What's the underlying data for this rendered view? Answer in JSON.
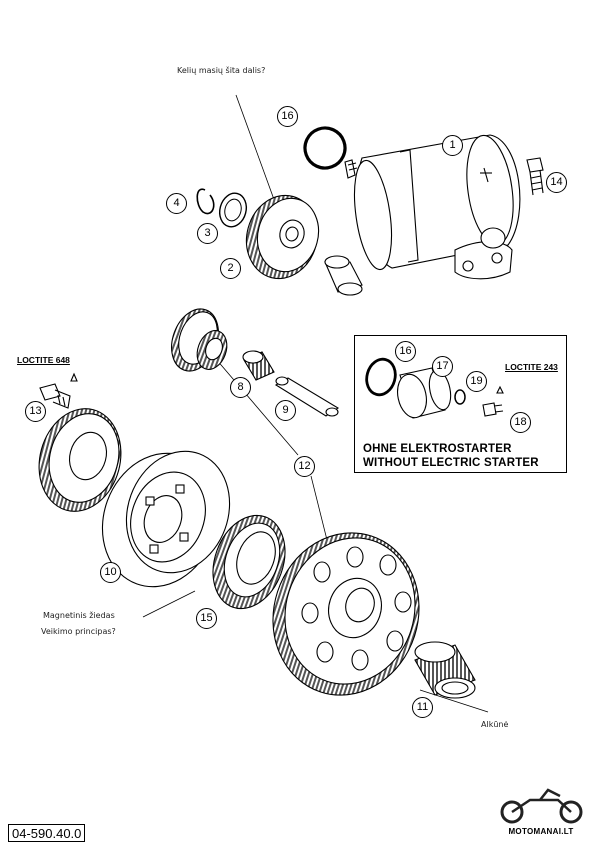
{
  "notes": {
    "top_question": "Kelių masių šita dalis?",
    "magnet_ring": "Magnetinis žiedas",
    "magnet_principle": "Veikimo principas?",
    "crank": "Alkūnė"
  },
  "loctite": {
    "left": "LOCTITE 648",
    "inset": "LOCTITE 243"
  },
  "inset": {
    "caption_de": "OHNE ELEKTROSTARTER",
    "caption_en": "WITHOUT ELECTRIC STARTER"
  },
  "callouts": [
    "1",
    "2",
    "3",
    "4",
    "8",
    "9",
    "10",
    "11",
    "12",
    "13",
    "14",
    "15",
    "16",
    "16",
    "17",
    "18",
    "19"
  ],
  "part_code": "04-590.40.0",
  "brand": {
    "text": "MOTOMANAI.LT",
    "logo_icon": "motorcycle-logo-icon"
  }
}
